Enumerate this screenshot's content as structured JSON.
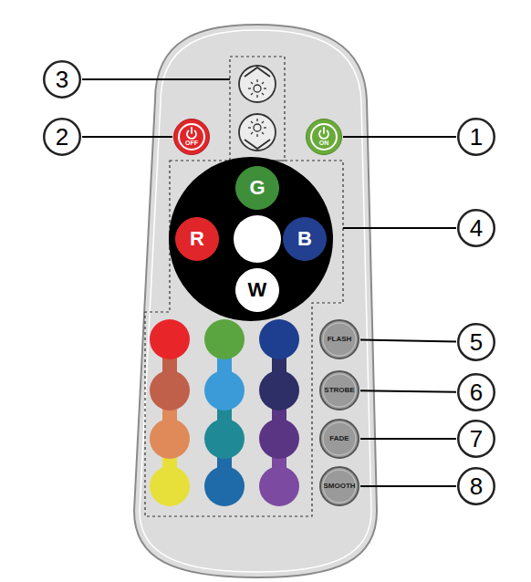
{
  "diagram": {
    "nodes": [
      {
        "text": [
          "3"
        ]
      },
      {
        "text": [
          "2"
        ]
      },
      {
        "text": [
          "OFF"
        ]
      },
      {
        "text": [
          "ON"
        ]
      },
      {
        "text": [
          "1"
        ]
      },
      {
        "text": [
          "G"
        ]
      },
      {
        "text": [
          "R"
        ]
      },
      {
        "text": [
          "B"
        ]
      },
      {
        "text": [
          "W"
        ]
      },
      {
        "text": [
          "4"
        ]
      },
      {
        "text": [
          "FLASH"
        ]
      },
      {
        "text": [
          "5"
        ]
      },
      {
        "text": [
          "STROBE"
        ]
      },
      {
        "text": [
          "6"
        ]
      },
      {
        "text": [
          "FADE"
        ]
      },
      {
        "text": [
          "7"
        ]
      },
      {
        "text": [
          "SMOOTH"
        ]
      },
      {
        "text": [
          "8"
        ]
      }
    ],
    "edges": [
      {
        "from": 1,
        "to": 2,
        "arrow": "none"
      },
      {
        "from": 4,
        "to": 3,
        "arrow": "none"
      },
      {
        "from": 11,
        "to": 10,
        "arrow": "none"
      },
      {
        "from": 13,
        "to": 12,
        "arrow": "none"
      },
      {
        "from": 15,
        "to": 14,
        "arrow": "none"
      },
      {
        "from": 17,
        "to": 16,
        "arrow": "none"
      }
    ]
  }
}
